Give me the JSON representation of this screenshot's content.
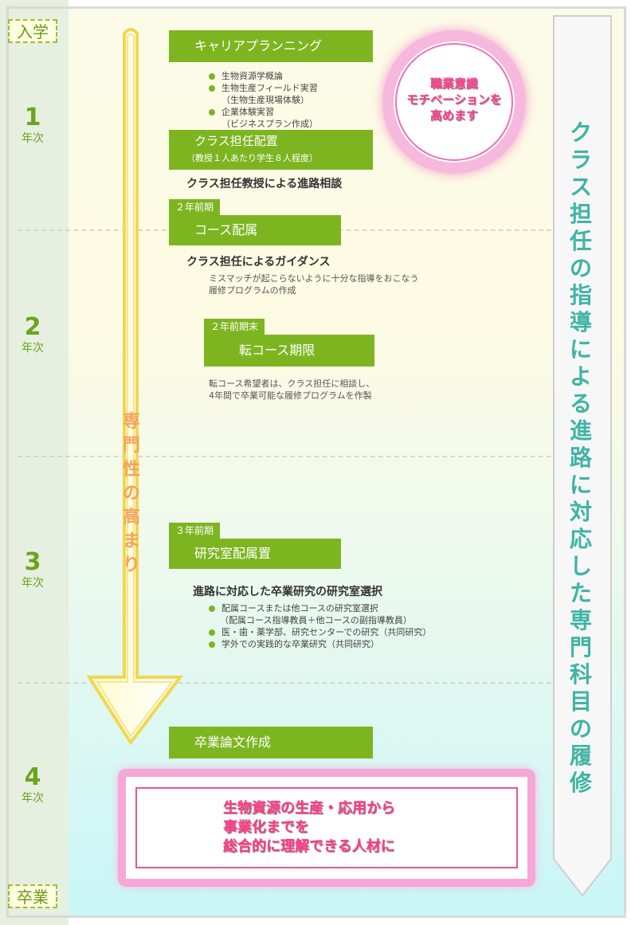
{
  "badges": {
    "start": "入学",
    "end": "卒業"
  },
  "years": [
    {
      "num": "1",
      "label": "年次"
    },
    {
      "num": "2",
      "label": "年次"
    },
    {
      "num": "3",
      "label": "年次"
    },
    {
      "num": "4",
      "label": "年次"
    }
  ],
  "center_arrow_text": "専門性の高まり",
  "right_arrow_text": "クラス担任の指導による進路に対応した専門科目の履修",
  "circle_text": [
    "職業意識",
    "モチベーションを",
    "高めます"
  ],
  "career_planning": {
    "title": "キャリアプランニング",
    "items": [
      {
        "text": "生物資源学概論"
      },
      {
        "text": "生物生産フィールド実習",
        "sub": "（生物生産現場体験）"
      },
      {
        "text": "企業体験実習",
        "sub": "（ビジネスプラン作成）"
      }
    ]
  },
  "class_teacher": {
    "title": "クラス担任配置",
    "subtitle": "（教授１人あたり学生８人程度）",
    "heading": "クラス担任教授による進路相談"
  },
  "course_assign": {
    "tab": "２年前期",
    "title": "コース配属",
    "heading": "クラス担任によるガイダンス",
    "notes": [
      "ミスマッチが起こらないように十分な指導をおこなう",
      "履修プログラムの作成"
    ]
  },
  "course_change": {
    "tab": "２年前期末",
    "title": "転コース期限",
    "notes": [
      "転コース希望者は、クラス担任に相談し、",
      "4年間で卒業可能な履修プログラムを作製"
    ]
  },
  "lab_assign": {
    "tab": "３年前期",
    "title": "研究室配属置",
    "heading": "進路に対応した卒業研究の研究室選択",
    "items": [
      {
        "text": "配属コースまたは他コースの研究室選択",
        "sub": "（配属コース指導教員＋他コースの副指導教員）"
      },
      {
        "text": "医・歯・薬学部、研究センターでの研究（共同研究）"
      },
      {
        "text": "学外での実践的な卒業研究（共同研究）"
      }
    ]
  },
  "thesis": {
    "title": "卒業論文作成"
  },
  "goal_text": [
    "生物資源の生産・応用から",
    "事業化までを",
    "総合的に理解できる人材に"
  ]
}
